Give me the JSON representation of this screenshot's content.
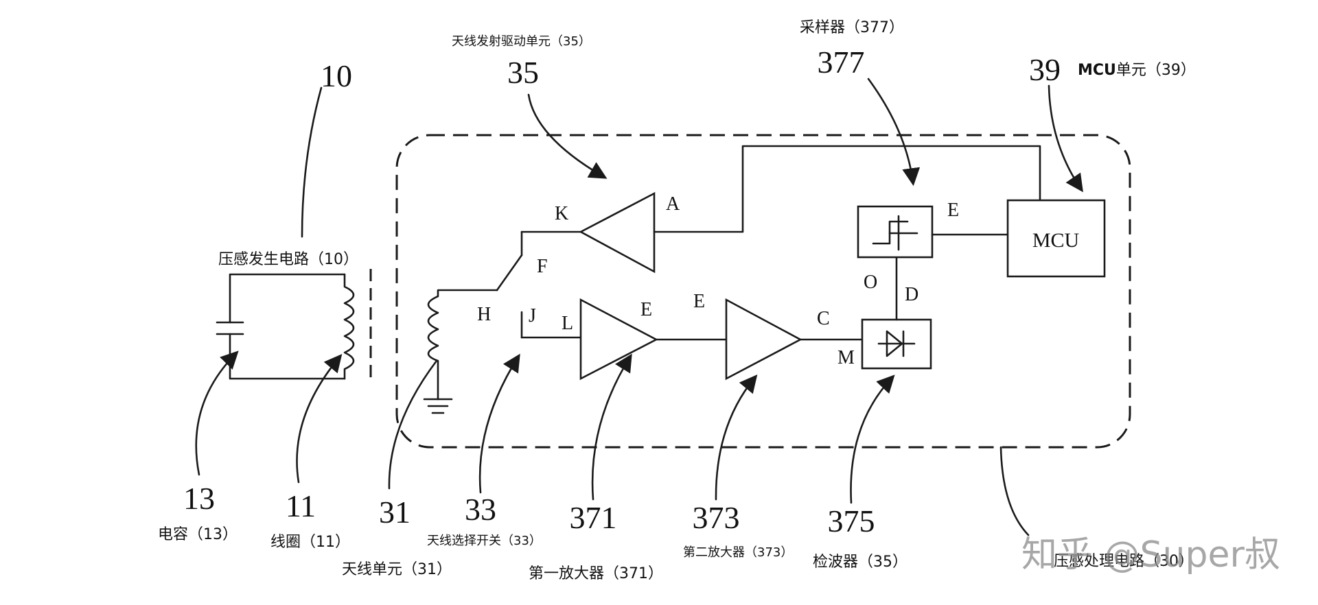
{
  "numbers": {
    "n10": "10",
    "n35": "35",
    "n377": "377",
    "n39": "39",
    "n13": "13",
    "n11": "11",
    "n31": "31",
    "n33": "33",
    "n371": "371",
    "n373": "373",
    "n375": "375"
  },
  "captions": {
    "antenna_driver": "天线发射驱动单元（35）",
    "sampler": "采样器（377）",
    "mcu_unit_prefix": "MCU",
    "mcu_unit_suffix": "单元（39）",
    "pressure_circuit": "压感发生电路（10）",
    "capacitor": "电容（13）",
    "coil": "线圈（11）",
    "antenna_unit": "天线单元（31）",
    "antenna_switch": "天线选择开关（33）",
    "first_amp": "第一放大器（371）",
    "second_amp": "第二放大器（373）",
    "detector": "检波器（35）",
    "processing_circuit": "压感处理电路（30）"
  },
  "pins": {
    "K": "K",
    "A": "A",
    "F": "F",
    "H": "H",
    "J": "J",
    "L": "L",
    "E1": "E",
    "E2": "E",
    "C": "C",
    "M": "M",
    "O": "O",
    "D": "D",
    "E3": "E"
  },
  "blocks": {
    "mcu_label": "MCU"
  },
  "watermark": "知乎 @Super叔"
}
